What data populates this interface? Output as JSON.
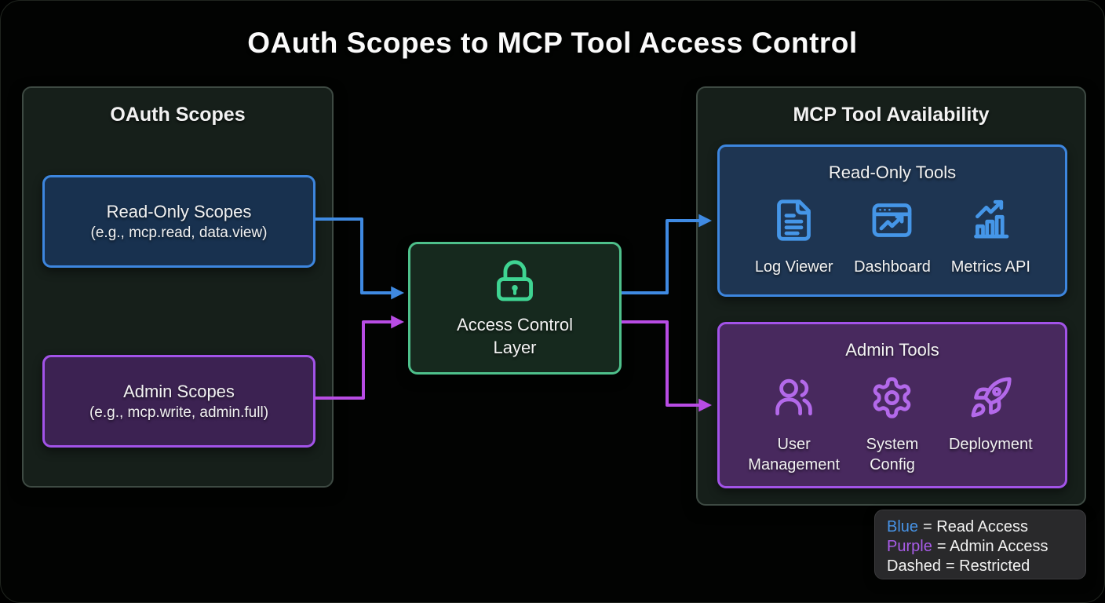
{
  "title": "OAuth Scopes to MCP Tool Access Control",
  "left_panel": {
    "title": "OAuth Scopes",
    "read_only_scopes": {
      "line1": "Read-Only Scopes",
      "line2": "(e.g., mcp.read, data.view)"
    },
    "admin_scopes": {
      "line1": "Admin Scopes",
      "line2": "(e.g., mcp.write, admin.full)"
    }
  },
  "access_control": {
    "line1": "Access Control",
    "line2": "Layer",
    "icon": "lock-icon"
  },
  "right_panel": {
    "title": "MCP Tool Availability",
    "read_only_tools": {
      "title": "Read-Only Tools",
      "tools": [
        {
          "label": "Log Viewer",
          "icon": "document-icon"
        },
        {
          "label": "Dashboard",
          "icon": "dashboard-window-icon"
        },
        {
          "label": "Metrics API",
          "icon": "bar-chart-trend-icon"
        }
      ]
    },
    "admin_tools": {
      "title": "Admin Tools",
      "tools": [
        {
          "label": "User Management",
          "icon": "users-icon"
        },
        {
          "label": "System Config",
          "icon": "gear-icon"
        },
        {
          "label": "Deployment",
          "icon": "rocket-icon"
        }
      ]
    }
  },
  "edges": [
    {
      "from": "Read-Only Scopes",
      "to": "Access Control Layer",
      "access": "read",
      "color": "#3f8ae2",
      "style": "solid"
    },
    {
      "from": "Admin Scopes",
      "to": "Access Control Layer",
      "access": "admin",
      "color": "#b84ce4",
      "style": "solid"
    },
    {
      "from": "Access Control Layer",
      "to": "Read-Only Tools",
      "access": "read",
      "color": "#3f8ae2",
      "style": "solid"
    },
    {
      "from": "Access Control Layer",
      "to": "Admin Tools",
      "access": "admin",
      "color": "#b84ce4",
      "style": "solid"
    }
  ],
  "legend": {
    "items": [
      {
        "key": "Blue",
        "key_color": "#4793e6",
        "rest": "= Read Access"
      },
      {
        "key": "Purple",
        "key_color": "#a85ce8",
        "rest": "= Admin Access"
      },
      {
        "key": "Dashed",
        "key_color": "#f2f2f2",
        "rest": "= Restricted"
      }
    ]
  },
  "colors": {
    "blue": "#3f8ae2",
    "purple": "#b84ce4",
    "green": "#4ec08b"
  }
}
